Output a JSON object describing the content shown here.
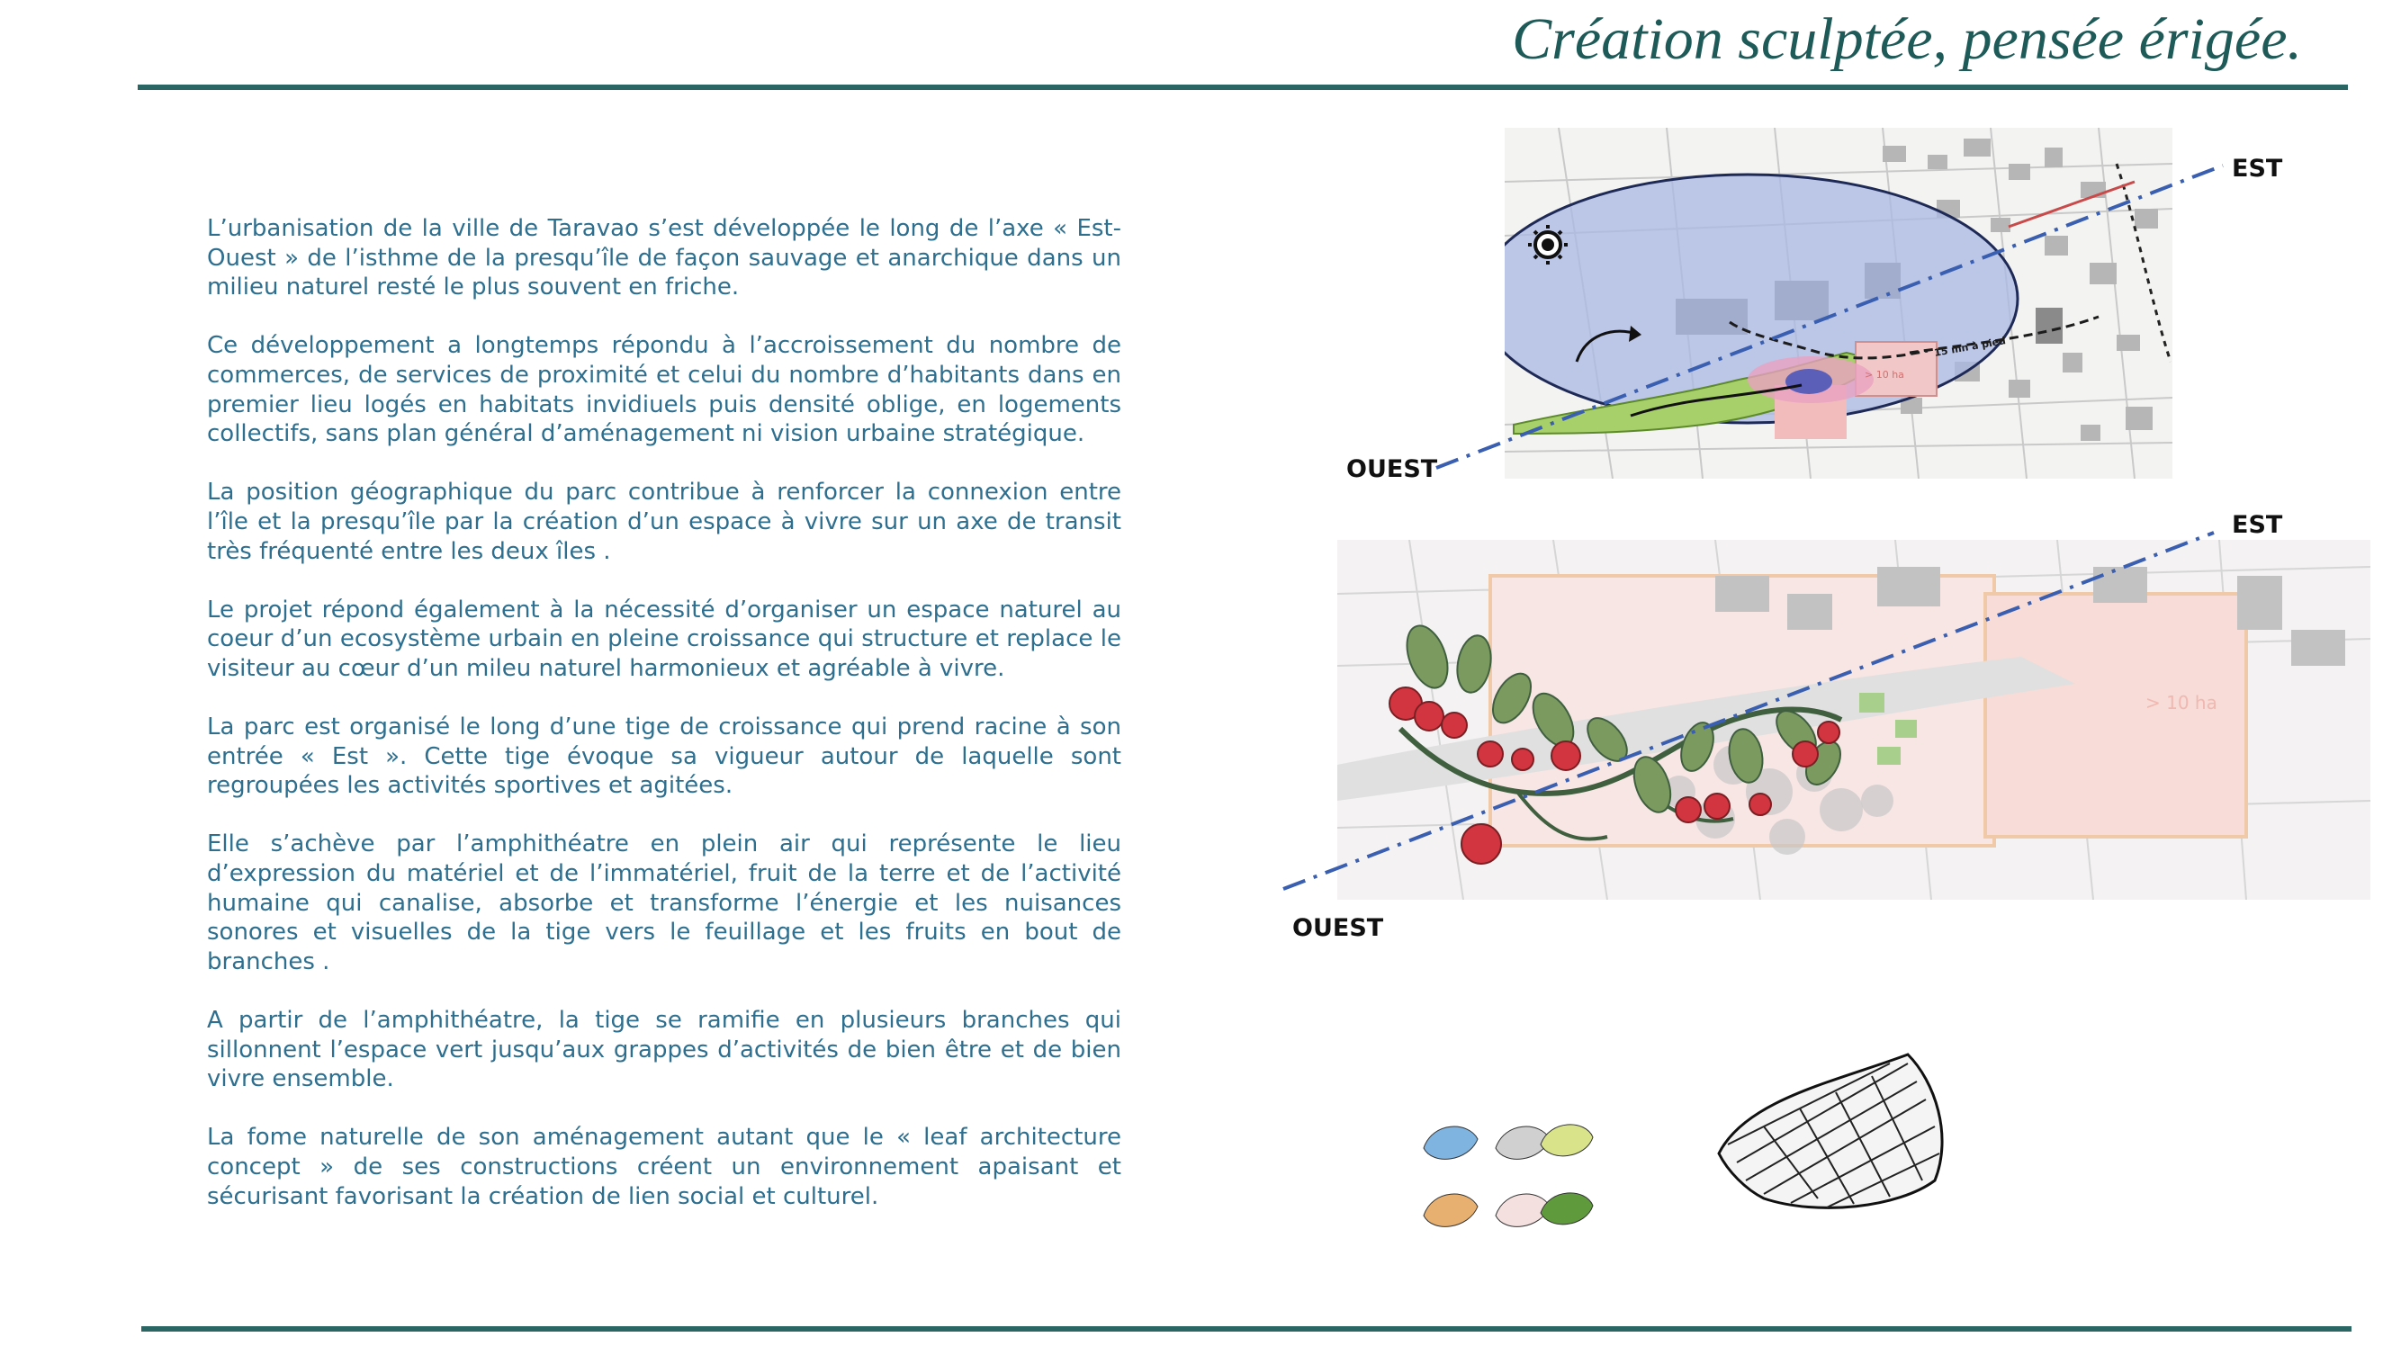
{
  "header": {
    "title": "Création sculptée, pensée érigée."
  },
  "body": {
    "paragraphs": [
      "L’urbanisation de la ville de Taravao s’est développée le long de l’axe « Est-Ouest » de l’isthme de la presqu’île de façon sauvage et anarchique dans un milieu naturel resté le plus souvent en friche.",
      "Ce développement a longtemps répondu à l’accroissement du nombre de commerces, de services de proximité et celui du nombre d’habitants dans en premier lieu logés en habitats invidiuels puis densité oblige, en logements collectifs, sans plan général d’aménagement ni vision urbaine stratégique.",
      "La position géographique du parc contribue à renforcer la connexion entre l’île et la presqu’île par la création d’un espace à vivre sur un axe de transit très fréquenté entre les deux îles .",
      "Le projet répond également à la nécessité d’organiser un espace naturel au coeur d’un ecosystème urbain en pleine croissance qui structure et replace le visiteur au cœur d’un mileu naturel harmonieux et agréable à vivre.",
      "La parc est organisé le long d’une tige de croissance qui prend racine à son entrée « Est ». Cette tige évoque sa vigueur autour de laquelle sont regroupées les activités sportives et agitées.",
      "Elle s’achève par l’amphithéatre en plein air qui représente le lieu d’expression du matériel et de l’immatériel, fruit de la terre et de l’activité humaine qui canalise, absorbe et transforme l’énergie et les nuisances sonores et visuelles de la tige vers le feuillage et les fruits en bout de branches .",
      "A partir de l’amphithéatre, la tige se ramifie en plusieurs  branches qui sillonnent l’espace vert jusqu’aux grappes d’activités de bien être et de bien vivre ensemble.",
      "La fome naturelle de son aménagement autant que le « leaf architecture concept » de ses constructions créent un environnement apaisant et sécurisant favorisant la création de lien social et culturel."
    ]
  },
  "figures": {
    "map_top": {
      "label_east": "EST",
      "label_west": "OUEST",
      "walk_note": "15 mn à pied",
      "area_note": "> 10 ha"
    },
    "map_bottom": {
      "label_east": "EST",
      "label_west": "OUEST",
      "area_note": "> 10 ha"
    }
  },
  "colors": {
    "title": "#1e5a58",
    "rule": "#2a6663",
    "body_text": "#2e6f8f",
    "axis_line": "#3a5fb0",
    "leaf_green": "#7b9a60",
    "fruit_red": "#d2353f",
    "blue_zone": "#a9b8e4"
  }
}
